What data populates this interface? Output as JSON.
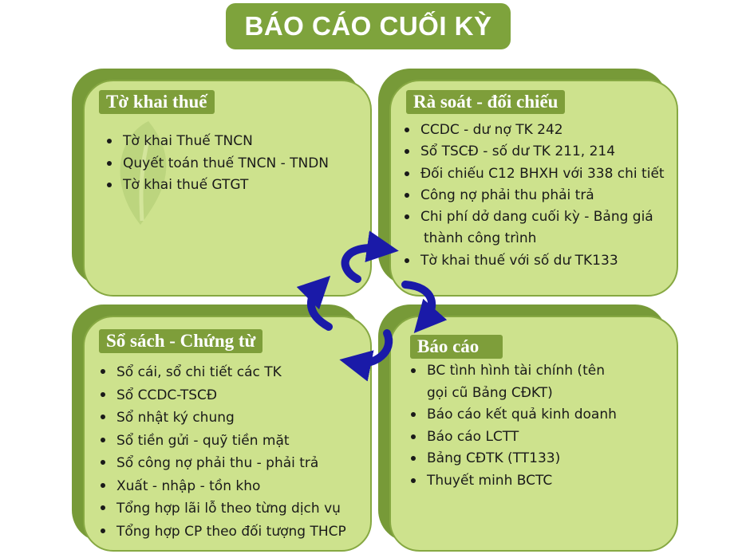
{
  "title": "BÁO CÁO CUỐI KỲ",
  "colors": {
    "accent": "#7ea33c",
    "card_fill": "#cde28d",
    "card_shadow": "#779a38",
    "label_fill": "#7e9e3a",
    "arrow": "#1a1aa8"
  },
  "cards": [
    {
      "label": "Tờ khai thuế",
      "items": [
        "Tờ khai Thuế TNCN",
        "Quyết toán thuế TNCN - TNDN",
        "Tờ khai thuế GTGT"
      ]
    },
    {
      "label": "Rà soát - đối chiếu",
      "items": [
        "CCDC - dư nợ TK 242",
        "Sổ TSCĐ - số dư TK 211, 214",
        "Đối chiếu C12 BHXH với 338 chi tiết",
        "Công nợ phải thu phải trả",
        "Chi phí dở dang cuối kỳ - Bảng giá",
        "Tờ khai thuế với số dư TK133"
      ],
      "item_continuations": {
        "chi_phi": "thành công trình"
      }
    },
    {
      "label": "Sổ sách - Chứng từ",
      "items": [
        "Sổ cái, sổ chi tiết các TK",
        "Sổ CCDC-TSCĐ",
        "Sổ nhật ký chung",
        "Sổ tiền gửi - quỹ tiền mặt",
        "Sổ công nợ  phải thu - phải trả",
        "Xuất - nhập - tồn kho",
        "Tổng hợp lãi lỗ theo từng dịch vụ",
        "Tổng hợp CP theo đối tượng THCP"
      ]
    },
    {
      "label": "Báo cáo",
      "items": [
        "BC tình hình tài chính (tên",
        "Báo cáo kết quả kinh doanh",
        "Báo cáo LCTT",
        "Bảng CĐTK (TT133)",
        "Thuyết minh BCTC"
      ],
      "item_continuations": {
        "bc_tinh_hinh": "gọi cũ Bảng CĐKT)"
      }
    }
  ]
}
